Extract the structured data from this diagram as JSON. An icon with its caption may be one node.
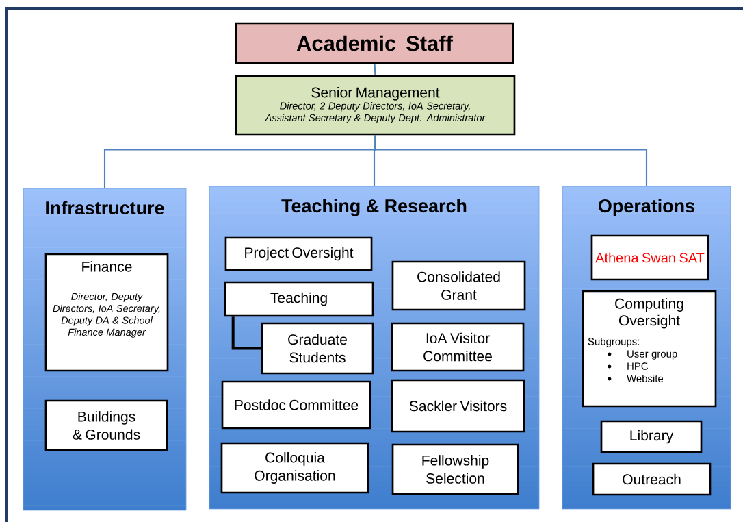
{
  "diagram": {
    "nodes": [
      {
        "text": [
          "Academic Staff"
        ]
      },
      {
        "text": [
          "Senior Management",
          "Director, 2 Deputy Directors, IoA Secretary, Assistant Secretary & Deputy Dept. Administrator"
        ]
      },
      {
        "text": [
          "Infrastructure"
        ]
      },
      {
        "text": [
          "Finance",
          "Director, Deputy Directors, IoA Secretary, Deputy DA & School Finance Manager"
        ],
        "in": 2
      },
      {
        "text": [
          "Buildings & Grounds"
        ],
        "in": 2
      },
      {
        "text": [
          "Teaching & Research"
        ]
      },
      {
        "text": [
          "Project Oversight"
        ],
        "in": 5
      },
      {
        "text": [
          "Consolidated Grant"
        ],
        "in": 5
      },
      {
        "text": [
          "Teaching"
        ],
        "in": 5
      },
      {
        "text": [
          "Graduate Students"
        ],
        "in": 5
      },
      {
        "text": [
          "IoA Visitor Committee"
        ],
        "in": 5
      },
      {
        "text": [
          "Postdoc Committee"
        ],
        "in": 5
      },
      {
        "text": [
          "Sackler Visitors"
        ],
        "in": 5
      },
      {
        "text": [
          "Colloquia Organisation"
        ],
        "in": 5
      },
      {
        "text": [
          "Fellowship Selection"
        ],
        "in": 5
      },
      {
        "text": [
          "Operations"
        ]
      },
      {
        "text": [
          "Athena Swan SAT"
        ],
        "in": 15
      },
      {
        "text": [
          "Computing Oversight",
          "Subgroups:",
          "User group",
          "HPC",
          "Website"
        ],
        "in": 15
      },
      {
        "text": [
          "Library"
        ],
        "in": 15
      },
      {
        "text": [
          "Outreach"
        ],
        "in": 15
      }
    ],
    "edges": [
      {
        "from": 0,
        "to": 1,
        "arrow": "none"
      },
      {
        "from": 1,
        "to": 2,
        "arrow": "none"
      },
      {
        "from": 1,
        "to": 5,
        "arrow": "none"
      },
      {
        "from": 1,
        "to": 15,
        "arrow": "none"
      },
      {
        "from": 8,
        "to": 9,
        "arrow": "none",
        "style": "thick",
        "color": "#000000"
      }
    ]
  }
}
